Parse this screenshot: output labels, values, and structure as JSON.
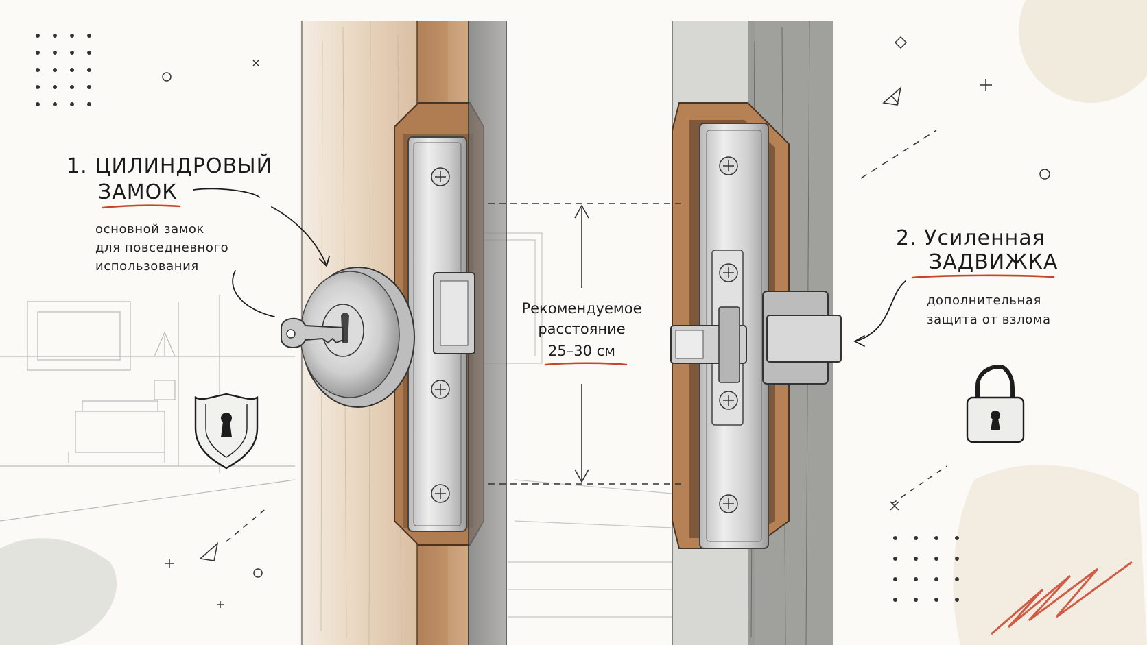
{
  "left_callout": {
    "title_line1": "1. ЦИЛИНДРОВЫЙ",
    "title_line2": "ЗАМОК",
    "desc_line1": "основной замок",
    "desc_line2": "для повседневного",
    "desc_line3": "использования"
  },
  "right_callout": {
    "title_line1": "2. Усиленная",
    "title_line2": "ЗАДВИЖКА",
    "desc_line1": "дополнительная",
    "desc_line2": "защита от взлома"
  },
  "distance": {
    "line1": "Рекомендуемое",
    "line2": "расстояние",
    "value": "25–30 см"
  },
  "colors": {
    "accent_red": "#c8432b",
    "wood": "#b98559",
    "steel": "#c9c9c9",
    "ink": "#1d1d1d"
  },
  "icons": [
    "shield-keyhole-icon",
    "padlock-icon",
    "key-icon"
  ]
}
